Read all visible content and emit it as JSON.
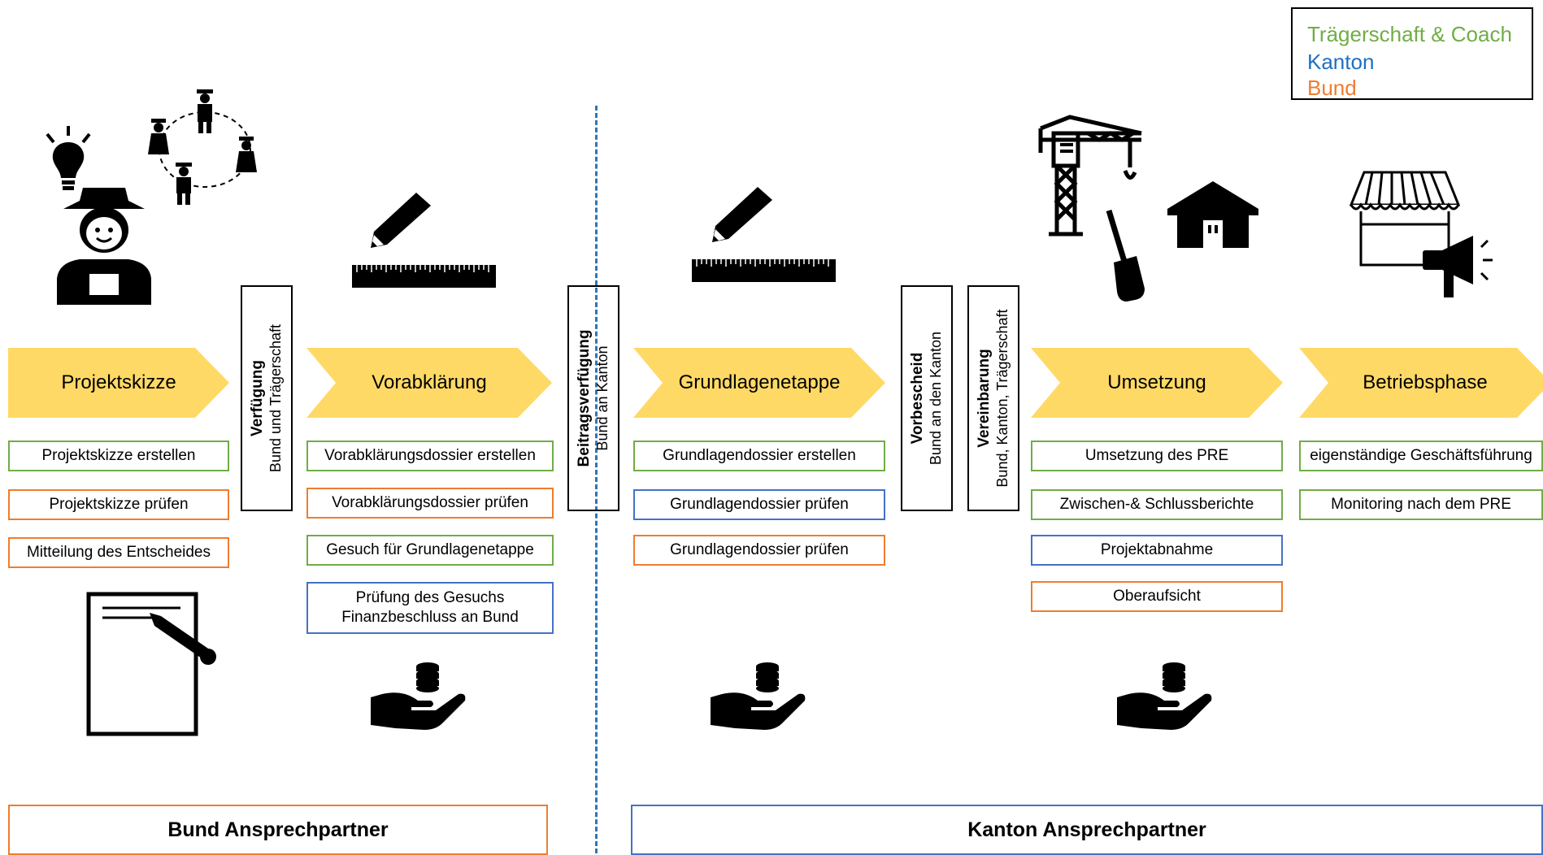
{
  "legend": {
    "traegerschaft": "Trägerschaft & Coach",
    "kanton": "Kanton",
    "bund": "Bund",
    "colors": {
      "traegerschaft": "#70ad47",
      "kanton": "#4472c4",
      "bund": "#ed7d31",
      "phase": "#ffd966",
      "divider": "#2e75b6"
    }
  },
  "phases": [
    {
      "label": "Projektskizze"
    },
    {
      "label": "Vorabklärung"
    },
    {
      "label": "Grundlagenetappe"
    },
    {
      "label": "Umsetzung"
    },
    {
      "label": "Betriebsphase"
    }
  ],
  "decisions": [
    {
      "title": "Verfügung",
      "subtitle": "Bund und Trägerschaft"
    },
    {
      "title": "Beitragsverfügung",
      "subtitle": "Bund an Kanton"
    },
    {
      "title": "Vorbescheid",
      "subtitle": "Bund an den Kanton"
    },
    {
      "title": "Vereinbarung",
      "subtitle": "Bund, Kanton, Trägerschaft"
    }
  ],
  "tasks": {
    "projektskizze": [
      "Projektskizze erstellen",
      "Projektskizze prüfen",
      "Mitteilung des Entscheides"
    ],
    "vorabklaerung": [
      "Vorabklärungsdossier erstellen",
      "Vorabklärungsdossier prüfen",
      "Gesuch für Grundlagenetappe",
      "Prüfung des Gesuchs",
      "Finanzbeschluss an Bund"
    ],
    "grundlagen": [
      "Grundlagendossier erstellen",
      "Grundlagendossier prüfen",
      "Grundlagendossier prüfen"
    ],
    "umsetzung": [
      "Umsetzung  des PRE",
      "Zwischen-& Schlussberichte",
      "Projektabnahme",
      "Oberaufsicht"
    ],
    "betrieb": [
      "eigenständige Geschäftsführung",
      "Monitoring nach dem PRE"
    ]
  },
  "contacts": {
    "bund": "Bund Ansprechpartner",
    "kanton": "Kanton Ansprechpartner"
  },
  "icons": [
    "lightbulb-icon",
    "farmer-icon",
    "people-network-icon",
    "pencil-icon",
    "ruler-icon",
    "document-icon",
    "money-hand-icon",
    "crane-icon",
    "shovel-icon",
    "barn-icon",
    "market-stall-icon",
    "megaphone-icon"
  ]
}
